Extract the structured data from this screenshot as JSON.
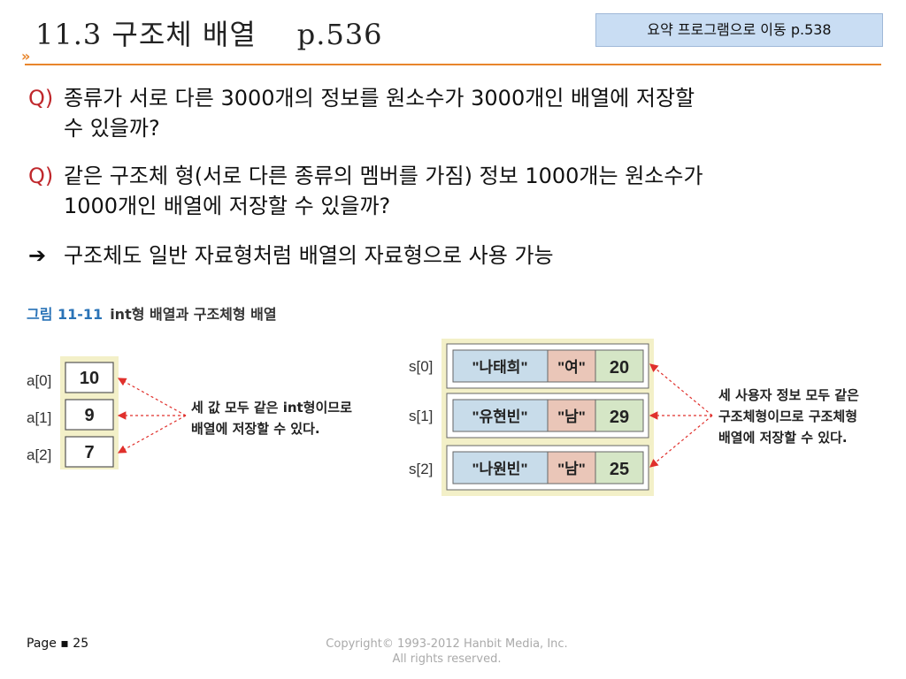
{
  "header": {
    "title": "11.3 구조체 배열",
    "page_ref": "p.536",
    "nav_button": "요약 프로그램으로 이동 p.538"
  },
  "content": {
    "q_mark": "Q)",
    "q1": "종류가 서로 다른 3000개의 정보를 원소수가 3000개인 배열에 저장할",
    "q1_cont": "수 있을까?",
    "q2": "같은 구조체 형(서로 다른 종류의 멤버를 가짐) 정보 1000개는 원소수가",
    "q2_cont": "1000개인 배열에 저장할 수 있을까?",
    "arrow": "➔",
    "conclusion": "구조체도 일반 자료형처럼 배열의 자료형으로 사용 가능"
  },
  "figure": {
    "caption_num": "그림 11-11",
    "caption": "int형 배열과 구조체형 배열",
    "int_array": {
      "labels": [
        "a[0]",
        "a[1]",
        "a[2]"
      ],
      "values": [
        "10",
        "9",
        "7"
      ],
      "note_line1": "세 값 모두 같은 int형이므로",
      "note_line2": "배열에 저장할 수 있다."
    },
    "struct_array": {
      "labels": [
        "s[0]",
        "s[1]",
        "s[2]"
      ],
      "rows": [
        {
          "name": "\"나태희\"",
          "gender": "\"여\"",
          "age": "20"
        },
        {
          "name": "\"유현빈\"",
          "gender": "\"남\"",
          "age": "29"
        },
        {
          "name": "\"나원빈\"",
          "gender": "\"남\"",
          "age": "25"
        }
      ],
      "note_line1": "세 사용자 정보 모두 같은",
      "note_line2": "구조체형이므로 구조체형",
      "note_line3": "배열에 저장할 수 있다."
    },
    "colors": {
      "outer_panel": "#f3f0c8",
      "name_cell": "#c8dcea",
      "gender_cell": "#eac6b8",
      "age_cell": "#d5e6c6",
      "arrow": "#e0302c"
    }
  },
  "footer": {
    "page_label": "Page ▪ 25",
    "copyright1": "Copyright© 1993-2012 Hanbit Media, Inc.",
    "copyright2": "All rights reserved."
  }
}
